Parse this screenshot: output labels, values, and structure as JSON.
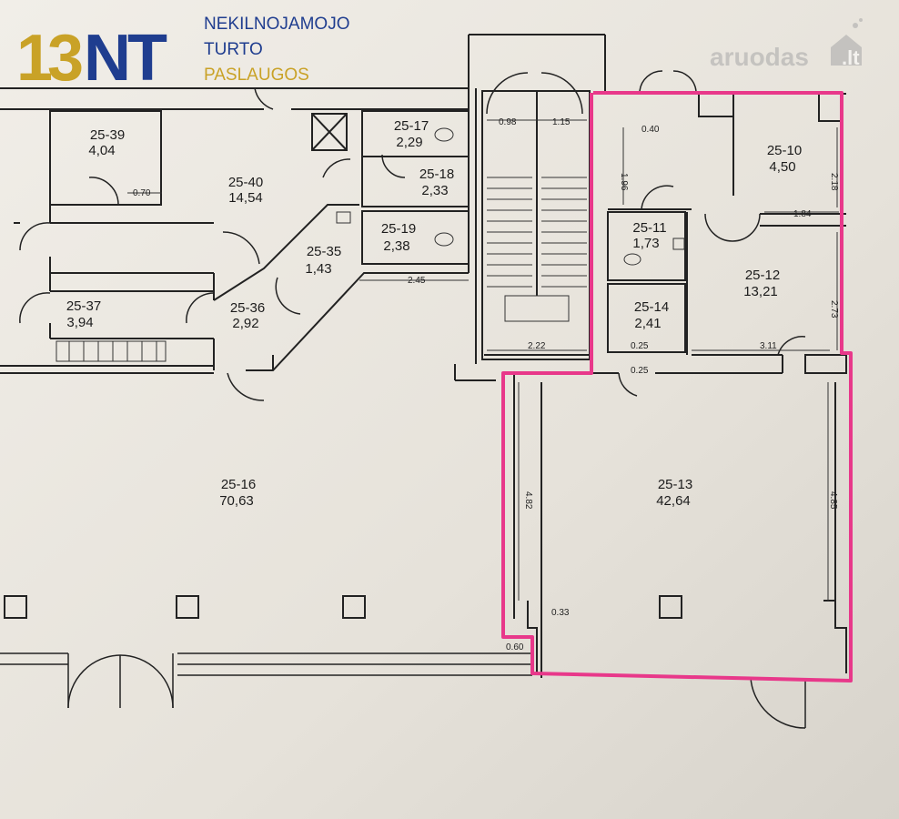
{
  "logo": {
    "mark_a": "13",
    "mark_b": "NT",
    "line1": "NEKILNOJAMOJO",
    "line2": "TURTO",
    "line3": "PASLAUGOS",
    "colors": {
      "mark_a": "#c9a227",
      "mark_b": "#1f3d8f",
      "text_blue": "#1f3d8f",
      "text_gold": "#c9a227"
    }
  },
  "watermark": {
    "text": "aruodas",
    "suffix": ".lt",
    "icon": "house-icon"
  },
  "plan": {
    "highlight_color": "#e8388a",
    "rooms": [
      {
        "code": "25-39",
        "area": "4,04"
      },
      {
        "code": "25-40",
        "area": "14,54"
      },
      {
        "code": "25-17",
        "area": "2,29"
      },
      {
        "code": "25-18",
        "area": "2,33"
      },
      {
        "code": "25-19",
        "area": "2,38"
      },
      {
        "code": "25-35",
        "area": "1,43"
      },
      {
        "code": "25-37",
        "area": "3,94"
      },
      {
        "code": "25-36",
        "area": "2,92"
      },
      {
        "code": "25-16",
        "area": "70,63"
      },
      {
        "code": "25-10",
        "area": "4,50"
      },
      {
        "code": "25-11",
        "area": "1,73"
      },
      {
        "code": "25-12",
        "area": "13,21"
      },
      {
        "code": "25-14",
        "area": "2,41"
      },
      {
        "code": "25-13",
        "area": "42,64"
      }
    ],
    "dimensions": [
      "0.98",
      "1.15",
      "0.40",
      "1.96",
      "2.18",
      "1.84",
      "2.73",
      "0.70",
      "2.45",
      "2.22",
      "0.25",
      "0.25",
      "3.11",
      "4.82",
      "4.85",
      "0.33",
      "0.60"
    ]
  }
}
